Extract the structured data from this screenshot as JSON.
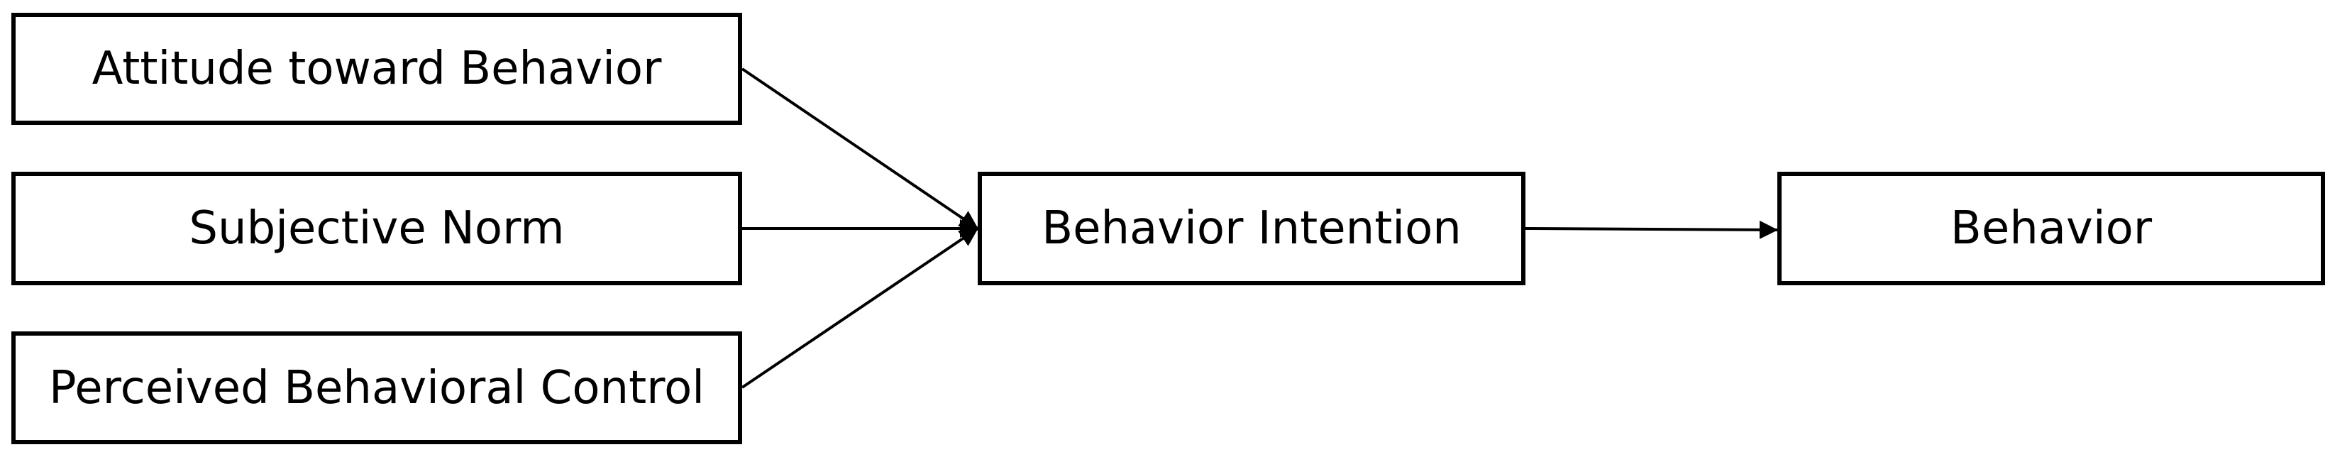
{
  "nodes": {
    "attitude": "Attitude toward Behavior",
    "subjective_norm": "Subjective Norm",
    "perceived_control": "Perceived Behavioral Control",
    "intention": "Behavior Intention",
    "behavior": "Behavior"
  },
  "edges": [
    {
      "from": "attitude",
      "to": "intention"
    },
    {
      "from": "subjective_norm",
      "to": "intention"
    },
    {
      "from": "perceived_control",
      "to": "intention"
    },
    {
      "from": "intention",
      "to": "behavior"
    }
  ],
  "colors": {
    "stroke": "#000000",
    "background": "#ffffff"
  }
}
